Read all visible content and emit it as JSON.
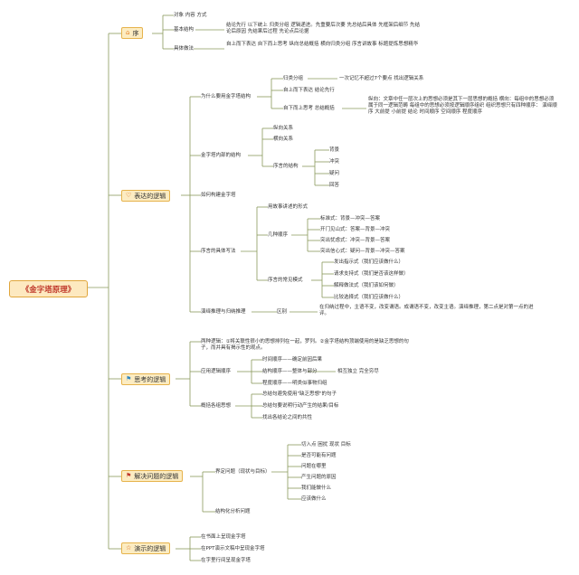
{
  "root": "《金字塔原理》",
  "branches": [
    {
      "label": "序",
      "icon": "house-icon",
      "icon_glyph": "⌂",
      "icon_color": "#e67e22",
      "children": [
        {
          "label": "对象 内容 方式"
        },
        {
          "label": "基本结构",
          "note": "结论先行 以下统上 归类分组 逻辑递进。先重要后次要 先总结后具体 先框架后细节 先结论后原因 先结果后过程 先论点后论据"
        },
        {
          "label": "具体做法",
          "note": "自上而下表达 自下而上思考 纵向总结概括 横向归类分组 序言讲故事 标题提炼思想精华"
        }
      ]
    },
    {
      "label": "表达的逻辑",
      "icon": "heart-icon",
      "icon_glyph": "♡",
      "icon_color": "#d35400",
      "children": [
        {
          "label": "为什么要用金字塔结构",
          "children": [
            {
              "label": "归类分组",
              "note": "一次记忆不超过7个要点 找出逻辑关系"
            },
            {
              "label": "自上而下表达 结论先行"
            },
            {
              "label": "自下而上思考 总结概括",
              "note": "纵向：文章中任一层次上的思想必须是其下一层思想的概括 横向：每组中的思想必须属于同一逻辑范畴 每组中的思想必须按逻辑顺序组织 组织思想只有四种顺序： 演绎顺序 大前提 小前提 结论 时间顺序 空间顺序 程度顺序"
            }
          ]
        },
        {
          "label": "金字塔内部的结构",
          "children": [
            {
              "label": "纵向关系"
            },
            {
              "label": "横向关系"
            },
            {
              "label": "序言的结构",
              "children": [
                {
                  "label": "背景"
                },
                {
                  "label": "冲突"
                },
                {
                  "label": "疑问"
                },
                {
                  "label": "回答"
                }
              ]
            }
          ]
        },
        {
          "label": "如何构建金字塔"
        },
        {
          "label": "序言的具体写法",
          "children": [
            {
              "label": "用故事讲述的形式"
            },
            {
              "label": "几种顺序",
              "children": [
                {
                  "label": "标准式：背景—冲突—答案"
                },
                {
                  "label": "开门见山式：答案—背景—冲突"
                },
                {
                  "label": "突出忧虑式：冲突—背景—答案"
                },
                {
                  "label": "突出信心式：疑问—背景—冲突—答案"
                }
              ]
            },
            {
              "label": "序言的常见模式",
              "children": [
                {
                  "label": "发出指示式（我们应该做什么）"
                },
                {
                  "label": "请求支持式（我们是否该这样做）"
                },
                {
                  "label": "解释做法式（我们该如何做）"
                },
                {
                  "label": "比较选择式（我们应该做什么）"
                }
              ]
            }
          ]
        },
        {
          "label": "演绎推理与归纳推理",
          "children": [
            {
              "label": "区别",
              "note": "在归纳过程中，主语不变，改变谓语。成谓语不变，改变主语。演绎推理，第二点是对第一点的进评。"
            }
          ]
        }
      ]
    },
    {
      "label": "思考的逻辑",
      "icon": "flag-icon",
      "icon_glyph": "⚑",
      "icon_color": "#2e86c1",
      "children": [
        {
          "label": "两种逻辑：①将关联性很小的思想排列在一起，罗列。②金字塔结构顶端使用的是缺乏思想的句子，而并具有揭示性的观点。"
        },
        {
          "label": "应用逻辑顺序",
          "children": [
            {
              "label": "时间顺序——确定前因后果"
            },
            {
              "label": "结构顺序——整体与部分",
              "note": "相互独立 完全穷尽"
            },
            {
              "label": "程度顺序——明类似事物归组"
            }
          ]
        },
        {
          "label": "概括各组思想",
          "children": [
            {
              "label": "总结句避免使用\"缺乏思想\"的句子"
            },
            {
              "label": "总结句要说明行动产生的结果/目标"
            },
            {
              "label": "找出各结论之间的共性"
            }
          ]
        }
      ]
    },
    {
      "label": "解决问题的逻辑",
      "icon": "flag-icon",
      "icon_glyph": "⚑",
      "icon_color": "#c0392b",
      "children": [
        {
          "label": "界定问题（现状与目标）",
          "children": [
            {
              "label": "切入点 困扰 现状 目标"
            },
            {
              "label": "是否可能有问题"
            },
            {
              "label": "问题在哪里"
            },
            {
              "label": "产生问题的原因"
            },
            {
              "label": "我们能做什么"
            },
            {
              "label": "应该做什么"
            }
          ]
        },
        {
          "label": "结构化分析问题"
        }
      ]
    },
    {
      "label": "演示的逻辑",
      "icon": "star-icon",
      "icon_glyph": "☆",
      "icon_color": "#d35400",
      "children": [
        {
          "label": "在书面上呈现金字塔"
        },
        {
          "label": "在PPT演示文稿中呈现金字塔"
        },
        {
          "label": "在字里行间呈现金字塔"
        }
      ]
    }
  ]
}
